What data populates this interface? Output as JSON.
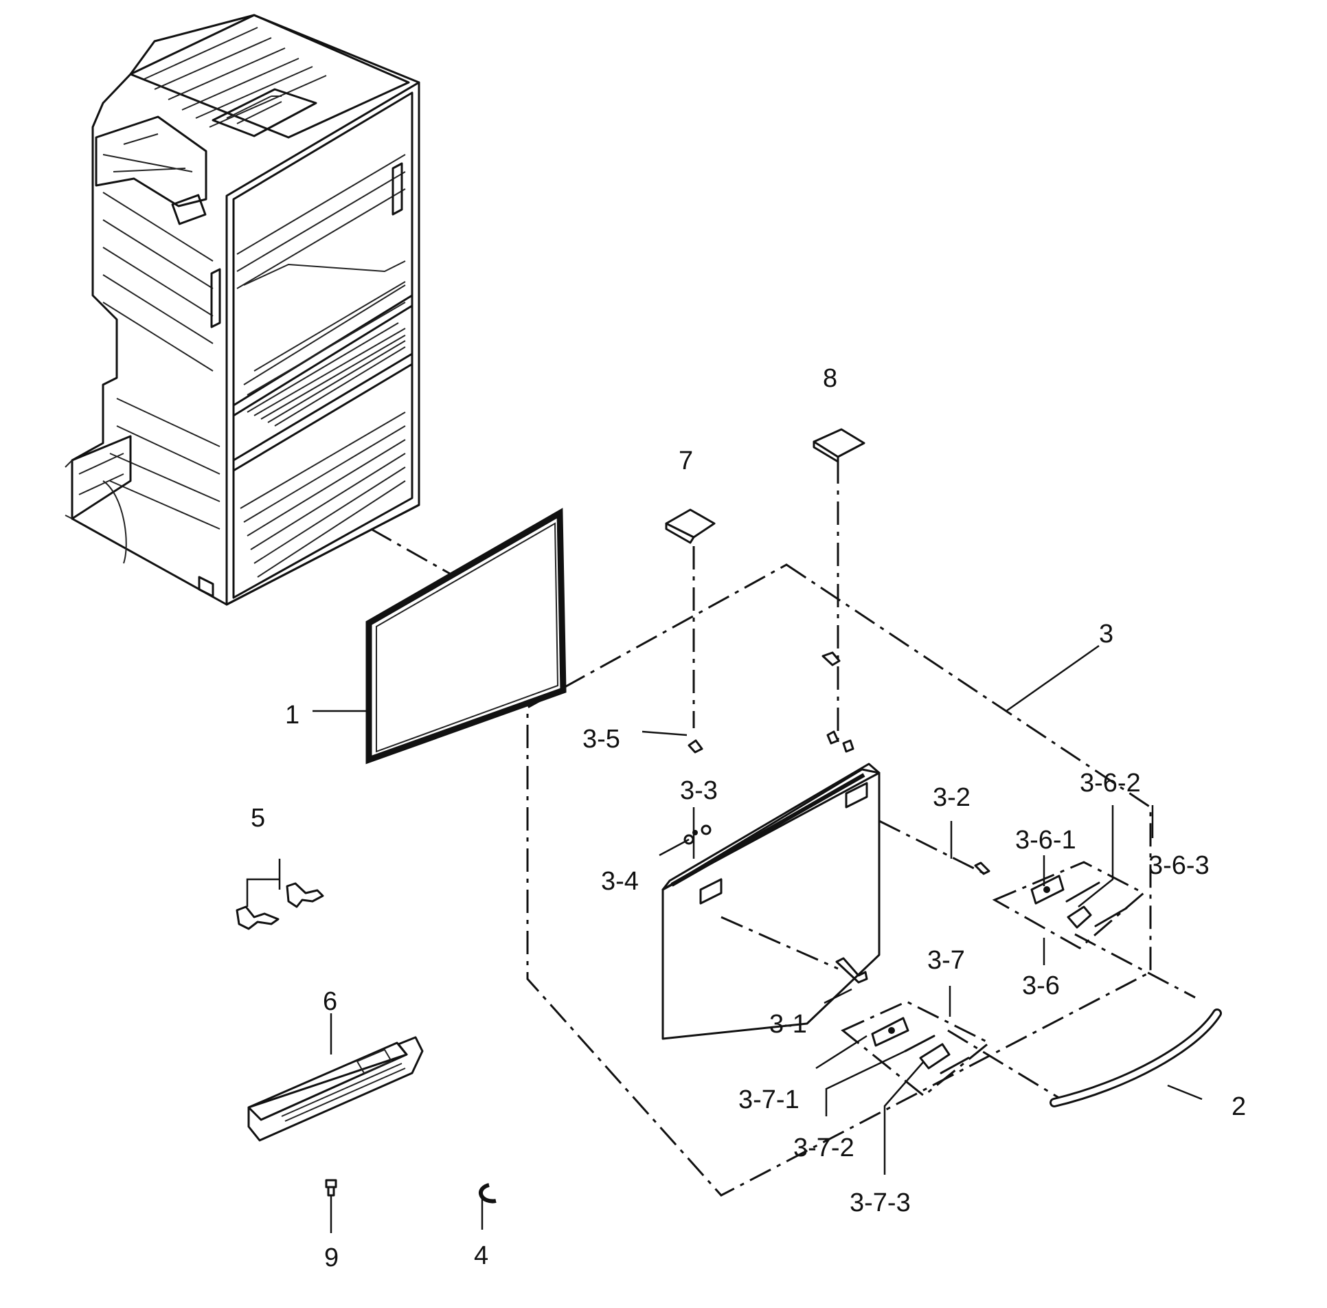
{
  "callouts": {
    "c1": "1",
    "c2": "2",
    "c3": "3",
    "c3_1": "3-1",
    "c3_2": "3-2",
    "c3_3": "3-3",
    "c3_4": "3-4",
    "c3_5": "3-5",
    "c3_6": "3-6",
    "c3_6_1": "3-6-1",
    "c3_6_2": "3-6-2",
    "c3_6_3": "3-6-3",
    "c3_7": "3-7",
    "c3_7_1": "3-7-1",
    "c3_7_2": "3-7-2",
    "c3_7_3": "3-7-3",
    "c4": "4",
    "c5": "5",
    "c6": "6",
    "c7": "7",
    "c8": "8",
    "c9": "9"
  },
  "colors": {
    "ink": "#111111",
    "background": "#ffffff"
  }
}
